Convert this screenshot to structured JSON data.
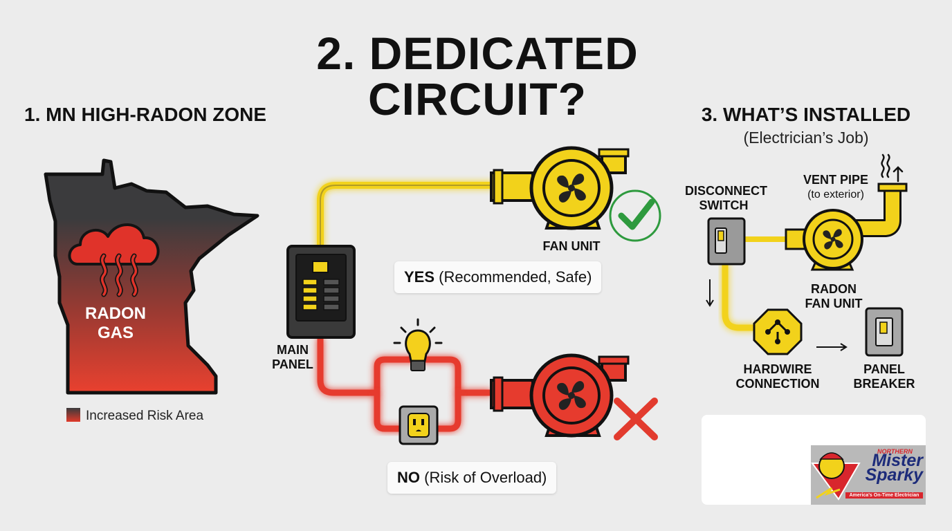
{
  "title": "2. DEDICATED CIRCUIT?",
  "title_line1": "2. DEDICATED",
  "title_line2": "CIRCUIT?",
  "section1": {
    "heading": "1. MN HIGH-RADON ZONE",
    "map_label_line1": "RADON",
    "map_label_line2": "GAS",
    "legend": "Increased Risk Area"
  },
  "section2": {
    "main_panel_line1": "MAIN",
    "main_panel_line2": "PANEL",
    "fan_unit": "FAN UNIT",
    "yes_bold": "YES",
    "yes_rest": " (Recommended, Safe)",
    "no_bold": "NO",
    "no_rest": " (Risk of Overload)"
  },
  "section3": {
    "heading": "3. WHAT’S INSTALLED",
    "subheading": "(Electrician’s Job)",
    "disconnect_line1": "DISCONNECT",
    "disconnect_line2": "SWITCH",
    "vent_pipe": "VENT PIPE",
    "vent_pipe_sub": "(to exterior)",
    "radon_fan_line1": "RADON",
    "radon_fan_line2": "FAN UNIT",
    "hardwire_line1": "HARDWIRE",
    "hardwire_line2": "CONNECTION",
    "breaker_line1": "PANEL",
    "breaker_line2": "BREAKER"
  },
  "logo": {
    "top": "NORTHERN",
    "name_line1": "Mister",
    "name_line2": "Sparky",
    "tagline": "America's On-Time Electrician"
  },
  "colors": {
    "yes_wire": "#f2d21b",
    "no_wire": "#e63b2e",
    "map_dark": "#3a3a3c",
    "check": "#2e9a3e",
    "cross": "#e23b2e"
  }
}
